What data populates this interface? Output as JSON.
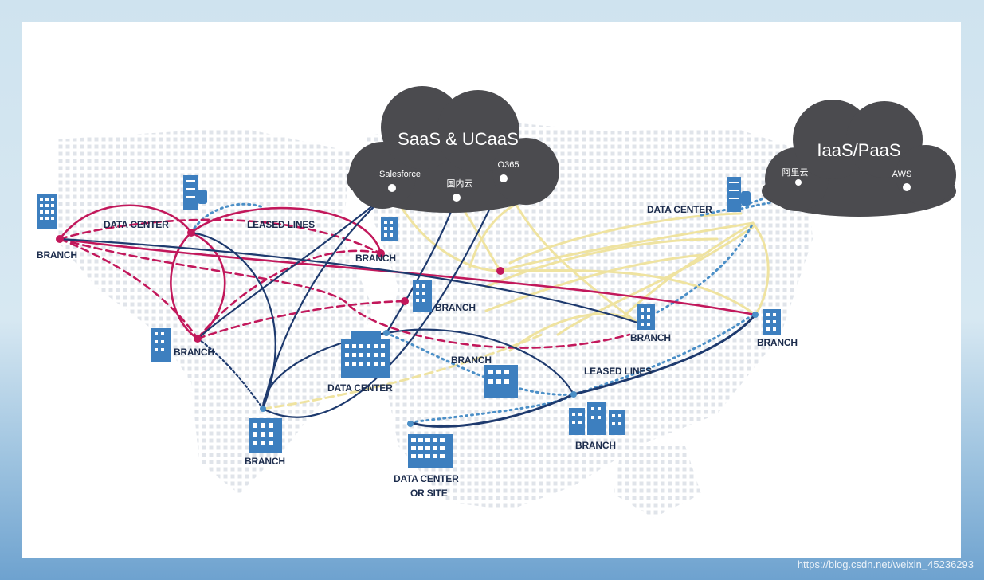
{
  "clouds": {
    "saas": {
      "title": "SaaS & UCaaS",
      "items": [
        "Salesforce",
        "国内云",
        "O365"
      ]
    },
    "iaas": {
      "title": "IaaS/PaaS",
      "items": [
        "阿里云",
        "AWS"
      ]
    }
  },
  "labels": {
    "branch": "BRANCH",
    "data_center": "DATA CENTER",
    "leased_lines": "LEASED LINES",
    "dc_or_site_line1": "DATA CENTER",
    "dc_or_site_line2": "OR SITE"
  },
  "watermark": "https://blog.csdn.net/weixin_45236293",
  "colors": {
    "magenta": "#c2185b",
    "navy": "#1e3a6e",
    "sky": "#4b8fc7",
    "yellow": "#efe3a0",
    "cloud": "#4b4b4f",
    "icon": "#3d7fbf",
    "map_dot": "#dfe4ea"
  }
}
